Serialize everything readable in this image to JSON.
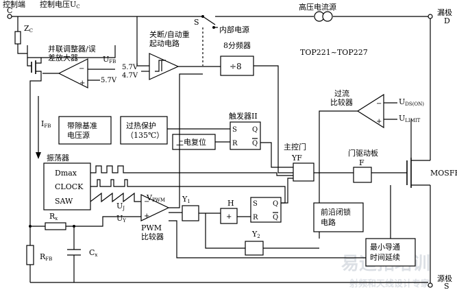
{
  "pins": {
    "control_terminal": "控制端",
    "control_letter": "C",
    "control_voltage": "控制电压",
    "control_voltage_sym": "U",
    "control_voltage_sub": "C",
    "drain": "漏极",
    "drain_letter": "D",
    "source": "源极",
    "source_letter": "S"
  },
  "labels": {
    "zc": "Z",
    "zc_sub": "C",
    "s_switch": "S",
    "internal_supply": "内部电源",
    "hv_current_source": "高压电流源",
    "shutdown_line1": "关断/自动重",
    "shutdown_line2": "起动电路",
    "divider_title": "8分频器",
    "divider_symbol": "÷8",
    "model": "TOP221~TOP227",
    "shunt_line1": "并联调整器/误",
    "shunt_line2": "差放大器",
    "ufb_sym": "U",
    "ufb_sub": "FB",
    "v57a": "5.7V",
    "v57b": "5.7V",
    "v47": "4.7V",
    "ifb_sym": "I",
    "ifb_sub": "FB",
    "bandgap_line1": "带隙基准",
    "bandgap_line2": "电压源",
    "overheat_line1": "过热保护",
    "overheat_line2": "（135℃）",
    "power_reset": "上电复位",
    "flipflop2": "触发器II",
    "s_pin": "S",
    "r_pin": "R",
    "q_pin": "Q",
    "qbar_pin": "Q",
    "main_gate_title": "主控门",
    "main_gate_sym": "YF",
    "overcurrent_line1": "过流",
    "overcurrent_line2": "比较器",
    "uds_sym": "U",
    "uds_sub": "DS(ON)",
    "ulimit_sym": "U",
    "ulimit_sub": "LIMIT",
    "gate_driver": "门驱动板",
    "gate_sym": "F",
    "mosfet": "MOSFET",
    "oscillator": "振荡器",
    "dmax": "Dmax",
    "clock": "CLOCK",
    "saw": "SAW",
    "vpwm": "V",
    "vpwm_sub": "PWM",
    "y1": "Y",
    "y1_sub": "1",
    "h": "H",
    "y2": "Y",
    "y2_sub": "2",
    "uj_sym": "U",
    "uj_sub": "J",
    "uy_sym": "U",
    "uy_sub": "Y",
    "pwm_line1": "PWM",
    "pwm_line2": "比较器",
    "leading_edge_line1": "前沿闭锁",
    "leading_edge_line2": "电路",
    "min_delay_line1": "最小导通",
    "min_delay_line2": "时间延续",
    "rx": "R",
    "rx_sub": "x",
    "rfb": "R",
    "rfb_sub": "FB",
    "cx": "C",
    "cx_sub": "x",
    "plus": "+",
    "minus": "−"
  },
  "watermark": {
    "main": "易迪拓培训",
    "sub": "射频和天线设计专家"
  }
}
